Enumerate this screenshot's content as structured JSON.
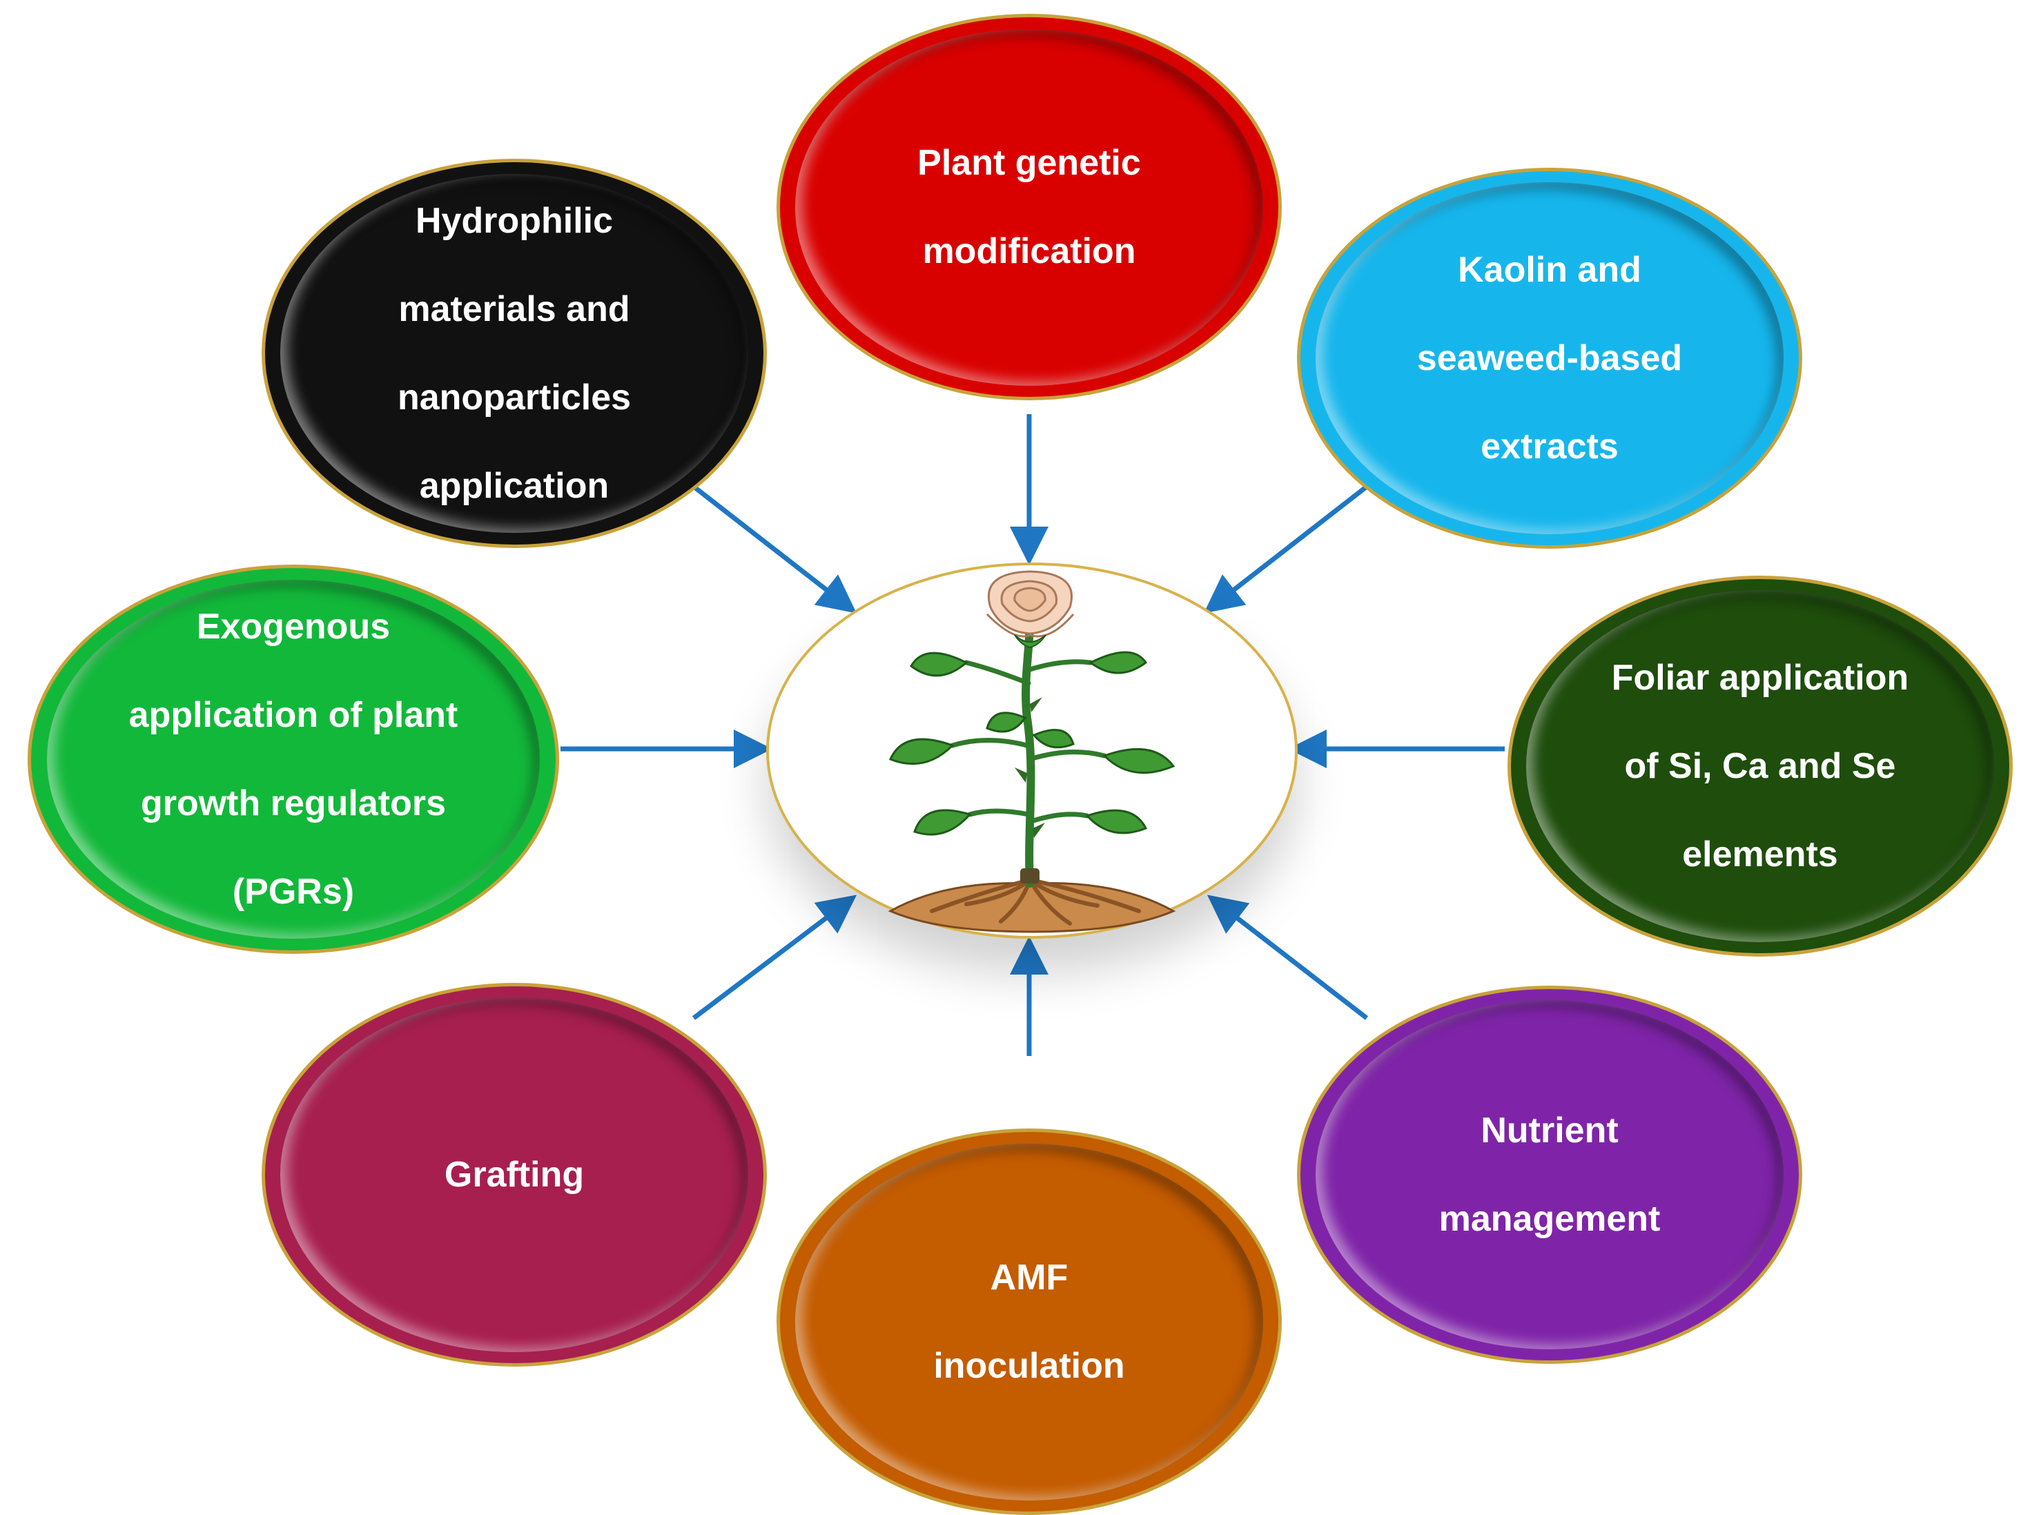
{
  "nodes": [
    {
      "id": "plant-genetic",
      "lines": [
        "Plant genetic",
        "modification"
      ],
      "color": "#d90000"
    },
    {
      "id": "kaolin-seaweed",
      "lines": [
        "Kaolin and",
        "seaweed-based",
        "extracts"
      ],
      "color": "#16b6ec"
    },
    {
      "id": "foliar-application",
      "lines": [
        "Foliar application",
        "of Si, Ca and Se",
        "elements"
      ],
      "color": "#1e4d0c"
    },
    {
      "id": "nutrient-management",
      "lines": [
        "Nutrient",
        "management"
      ],
      "color": "#7f24a8"
    },
    {
      "id": "amf-inoculation",
      "lines": [
        "AMF",
        "inoculation"
      ],
      "color": "#c45c00"
    },
    {
      "id": "grafting",
      "lines": [
        "Grafting"
      ],
      "color": "#a71f4e"
    },
    {
      "id": "exogenous-pgr",
      "lines": [
        "Exogenous",
        "application of plant",
        "growth regulators",
        "(PGRs)"
      ],
      "color": "#12b83a"
    },
    {
      "id": "hydrophilic-nano",
      "lines": [
        "Hydrophilic",
        "materials and",
        "nanoparticles",
        "application"
      ],
      "color": "#111111"
    }
  ],
  "colors": {
    "arrow": "#1f77c4",
    "border": "#c9a23a"
  },
  "center": {
    "icon": "rose-plant-icon"
  }
}
